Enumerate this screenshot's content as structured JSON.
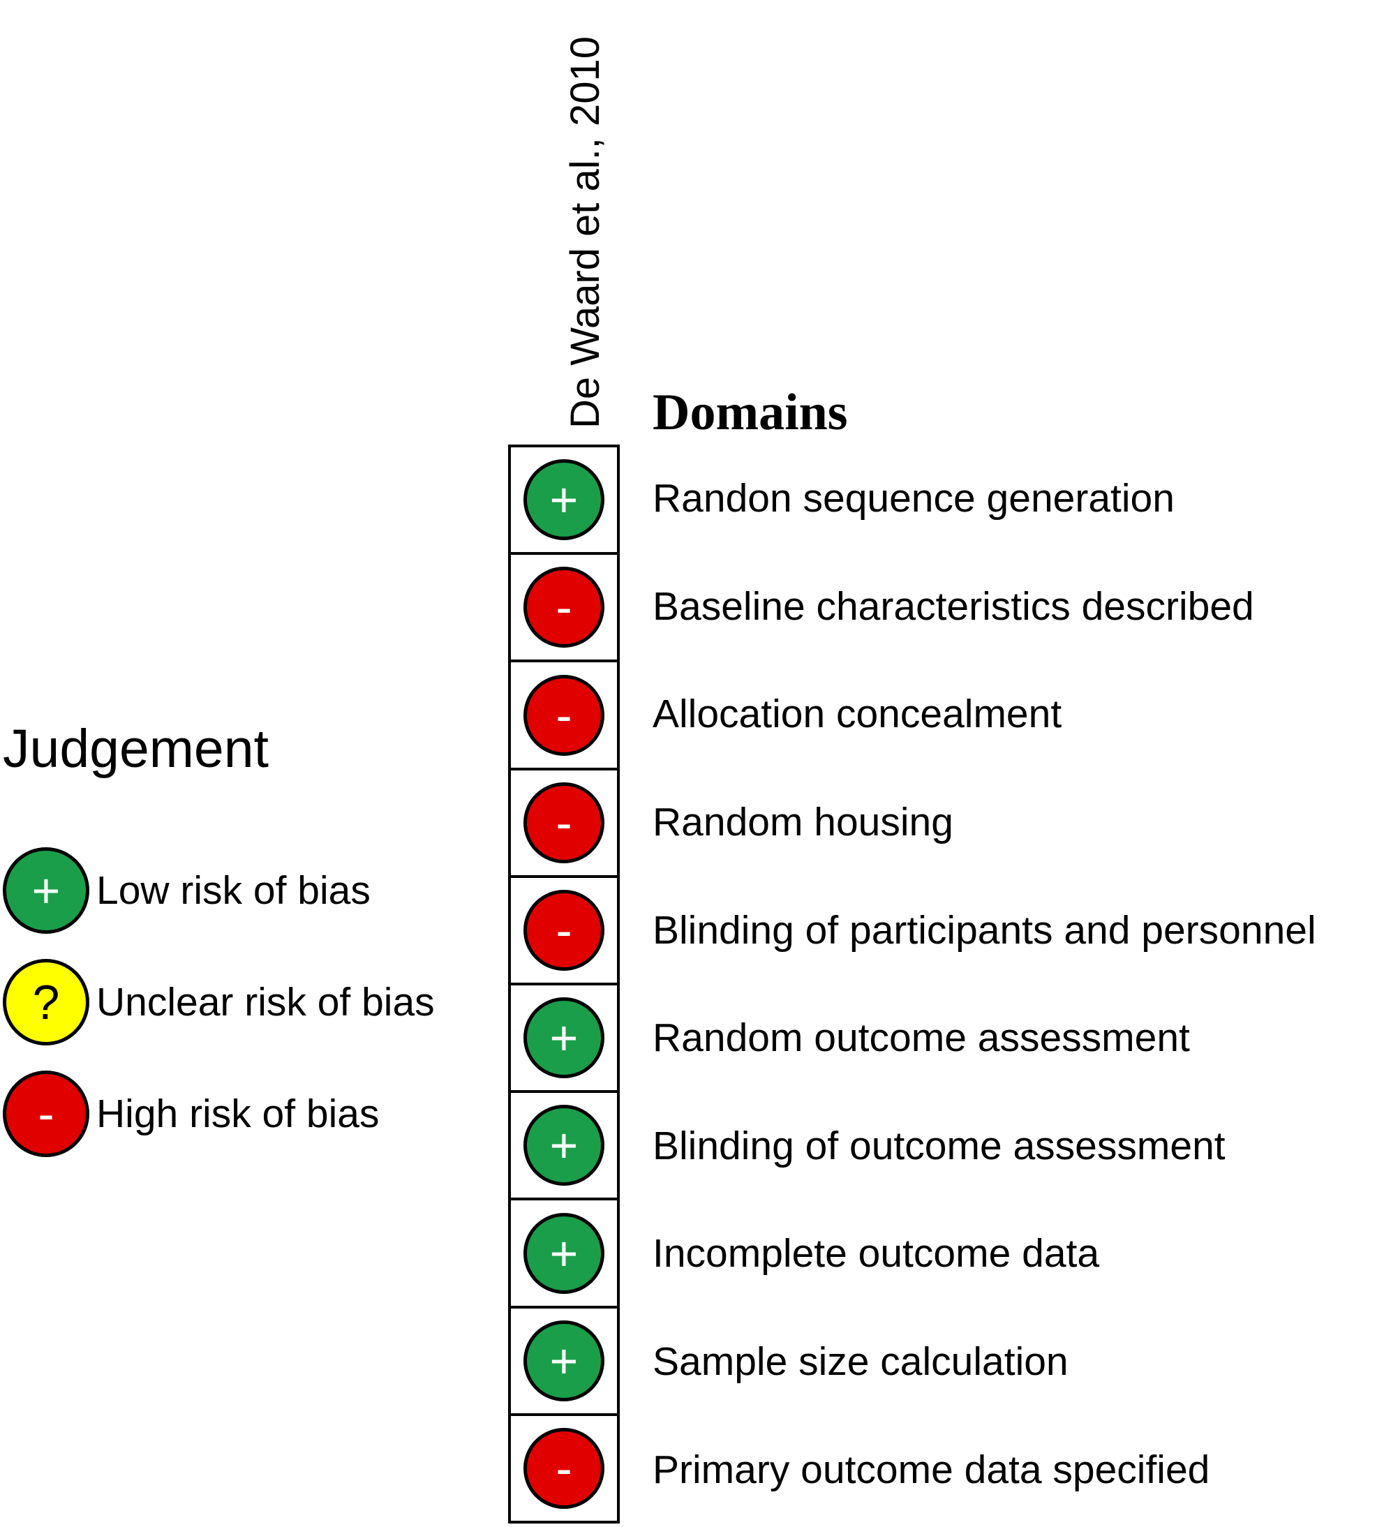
{
  "study": "De Waard et al., 2010",
  "domains_title": "Domains",
  "symbols": {
    "low": "+",
    "high": "-",
    "unclear": "?"
  },
  "colors": {
    "low": "#1a9e4a",
    "high": "#e00000",
    "unclear": "#ffff00"
  },
  "rows": [
    {
      "domain": "Randon sequence generation",
      "judgement": "low",
      "symbol": "+"
    },
    {
      "domain": "Baseline characteristics described",
      "judgement": "high",
      "symbol": "-"
    },
    {
      "domain": "Allocation concealment",
      "judgement": "high",
      "symbol": "-"
    },
    {
      "domain": "Random housing",
      "judgement": "high",
      "symbol": "-"
    },
    {
      "domain": "Blinding of participants and personnel",
      "judgement": "high",
      "symbol": "-"
    },
    {
      "domain": "Random outcome assessment",
      "judgement": "low",
      "symbol": "+"
    },
    {
      "domain": "Blinding of outcome assessment",
      "judgement": "low",
      "symbol": "+"
    },
    {
      "domain": "Incomplete outcome data",
      "judgement": "low",
      "symbol": "+"
    },
    {
      "domain": "Sample size calculation",
      "judgement": "low",
      "symbol": "+"
    },
    {
      "domain": "Primary outcome data specified",
      "judgement": "high",
      "symbol": "-"
    }
  ],
  "legend": {
    "title": "Judgement",
    "items": [
      {
        "key": "low",
        "symbol": "+",
        "label": "Low risk of bias"
      },
      {
        "key": "unclear",
        "symbol": "?",
        "label": "Unclear risk of bias"
      },
      {
        "key": "high",
        "symbol": "-",
        "label": "High risk of bias"
      }
    ]
  }
}
